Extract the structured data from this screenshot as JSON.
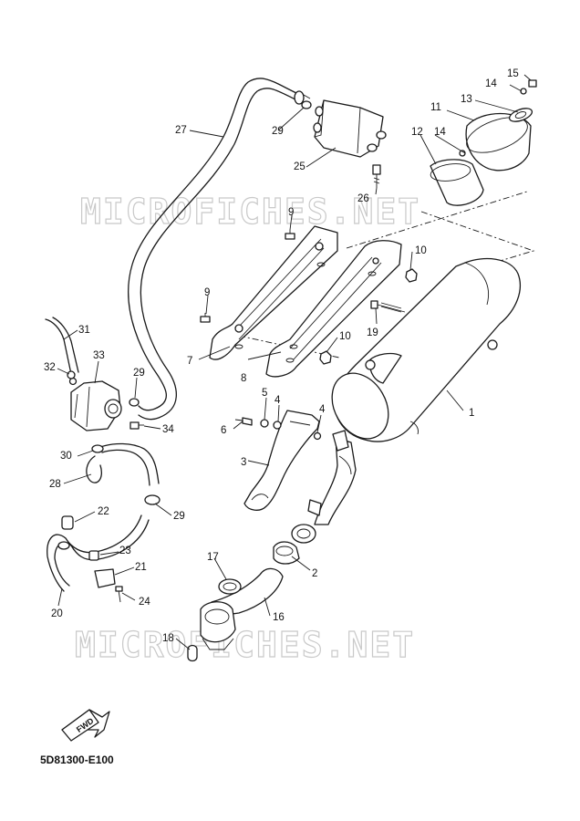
{
  "diagram": {
    "code": "5D81300-E100",
    "watermark": "MICROFICHES.NET",
    "direction_badge": "FWD",
    "callouts": [
      "1",
      "2",
      "3",
      "4",
      "4",
      "5",
      "6",
      "7",
      "8",
      "9",
      "9",
      "10",
      "10",
      "11",
      "12",
      "13",
      "14",
      "14",
      "15",
      "16",
      "17",
      "18",
      "19",
      "20",
      "21",
      "22",
      "23",
      "24",
      "25",
      "26",
      "27",
      "28",
      "29",
      "29",
      "29",
      "30",
      "31",
      "32",
      "33",
      "34"
    ]
  }
}
